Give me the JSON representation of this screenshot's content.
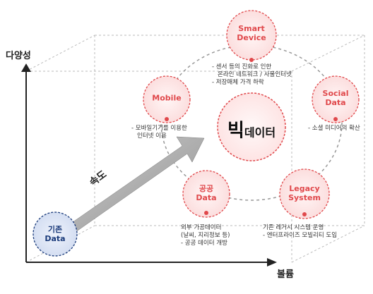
{
  "axes": {
    "y_title": "다양성",
    "x_title": "볼륨"
  },
  "arrow_label": "속도",
  "center": {
    "title_big": "빅",
    "title_small": "데이터"
  },
  "origin_node": {
    "line1": "기존",
    "line2": "Data"
  },
  "nodes": {
    "smart_device": {
      "line1": "Smart",
      "line2": "Device",
      "desc": [
        "- 센서 등의 진화로 인한",
        "온라인 네트워크 / 사물인터넷",
        "- 저장매체 가격 하락"
      ]
    },
    "mobile": {
      "line1": "Mobile",
      "line2": "",
      "desc": [
        "- 모바일기기를 이용한",
        "인터넷 이용"
      ]
    },
    "social_data": {
      "line1": "Social",
      "line2": "Data",
      "desc": [
        "- 소셜 미디어의 확산"
      ]
    },
    "public_data": {
      "line1": "공공",
      "line2": "Data",
      "desc": [
        "외부 가공데이터",
        "(날씨, 지리정보 등)",
        "- 공공 데이터 개방"
      ]
    },
    "legacy_system": {
      "line1": "Legacy",
      "line2": "System",
      "desc": [
        "기존 레거시 시스템 운영",
        "- 엔터프라이즈 모빌리티 도입"
      ]
    }
  },
  "colors": {
    "accent": "#e0484b",
    "node_fill": "#fdeaea",
    "legacy_blue": "#1a3a7a",
    "legacy_fill": "#dfe7f6",
    "arrow_gray": "#9a9a9a"
  }
}
